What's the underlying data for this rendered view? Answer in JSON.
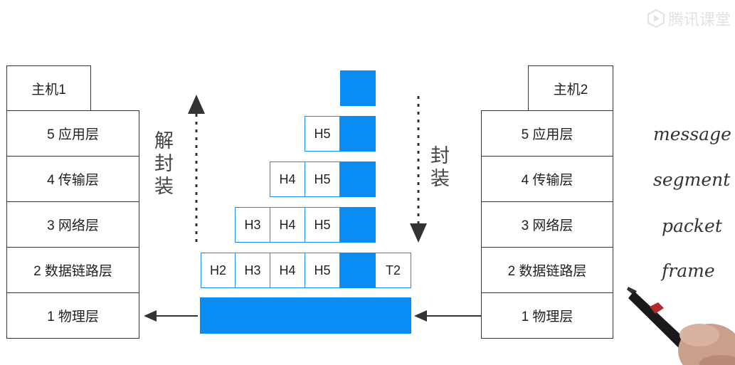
{
  "watermark": "腾讯课堂",
  "host1": {
    "title": "主机1",
    "layers": [
      "5 应用层",
      "4 传输层",
      "3 网络层",
      "2 数据链路层",
      "1 物理层"
    ]
  },
  "host2": {
    "title": "主机2",
    "layers": [
      "5 应用层",
      "4 传输层",
      "3 网络层",
      "2 数据链路层",
      "1 物理层"
    ]
  },
  "decapsulate": [
    "解",
    "封",
    "装"
  ],
  "encapsulate": [
    "封",
    "装"
  ],
  "headers": {
    "row5": [
      "H5"
    ],
    "row4": [
      "H4",
      "H5"
    ],
    "row3": [
      "H3",
      "H4",
      "H5"
    ],
    "row2": [
      "H2",
      "H3",
      "H4",
      "H5"
    ],
    "trailer": "T2"
  },
  "pdu_names": [
    "message",
    "segment",
    "packet",
    "frame"
  ],
  "colors": {
    "payload": "#0a8cf5",
    "header_border": "#1a8cf0"
  }
}
